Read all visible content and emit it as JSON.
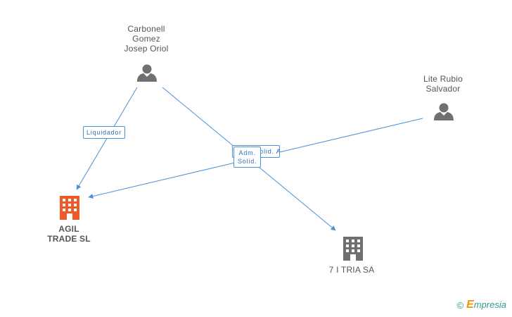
{
  "nodes": {
    "person_carbonell": {
      "lines": [
        "Carbonell",
        "Gomez",
        "Josep Oriol"
      ],
      "icon": "person-icon"
    },
    "person_lite": {
      "lines": [
        "Lite Rubio",
        "Salvador"
      ],
      "icon": "person-icon"
    },
    "company_agil": {
      "lines": [
        "AGIL",
        "TRADE SL"
      ],
      "icon": "building-icon",
      "color": "#f05a28"
    },
    "company_7itria": {
      "lines": [
        "7 I TRIA SA"
      ],
      "icon": "building-icon",
      "color": "#707070"
    }
  },
  "edges": {
    "liquidador": "Liquidador",
    "adm_solid_line1": "Adm.",
    "adm_solid_line2": "Solid.",
    "behind_label": "Adm. Solid. Administrador"
  },
  "colors": {
    "edge": "#4a90d9",
    "person": "#707070",
    "main_company": "#f05a28"
  },
  "footer": {
    "copyright": "©",
    "brand_first": "E",
    "brand_rest": "mpresia"
  }
}
